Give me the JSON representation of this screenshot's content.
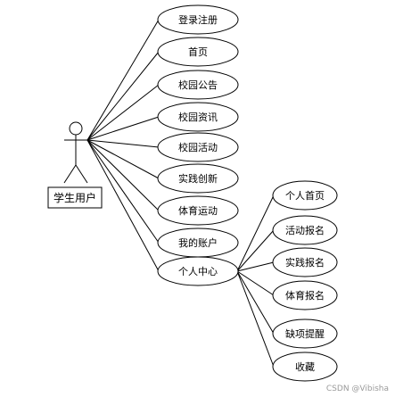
{
  "actor": {
    "label": "学生用户"
  },
  "use_cases": [
    {
      "id": "register",
      "label": "登录注册"
    },
    {
      "id": "home",
      "label": "首页"
    },
    {
      "id": "notice",
      "label": "校园公告"
    },
    {
      "id": "news",
      "label": "校园资讯"
    },
    {
      "id": "activity",
      "label": "校园活动"
    },
    {
      "id": "innovation",
      "label": "实践创新"
    },
    {
      "id": "sports",
      "label": "体育运动"
    },
    {
      "id": "account",
      "label": "我的账户"
    },
    {
      "id": "center",
      "label": "个人中心"
    }
  ],
  "center_children": [
    {
      "id": "profile",
      "label": "个人首页"
    },
    {
      "id": "activity-signup",
      "label": "活动报名"
    },
    {
      "id": "practice-signup",
      "label": "实践报名"
    },
    {
      "id": "sports-signup",
      "label": "体育报名"
    },
    {
      "id": "missing-reminder",
      "label": "缺项提醒"
    },
    {
      "id": "favorites",
      "label": "收藏"
    }
  ],
  "watermark": "CSDN @Vibisha",
  "colors": {
    "stroke": "#000000",
    "background": "#ffffff"
  }
}
